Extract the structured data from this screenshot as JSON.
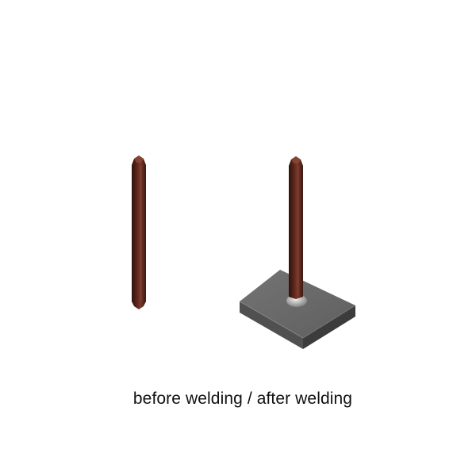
{
  "caption": "before welding / after welding",
  "colors": {
    "stud_dark": "#3e1a13",
    "stud_mid": "#6a2a1f",
    "stud_light": "#8a4534",
    "plate_top": "#6c6c6c",
    "plate_front": "#525252",
    "plate_side": "#3f3f3f",
    "weld_fillet": "#b8b8b8"
  },
  "illustrations": [
    {
      "id": "stud-before",
      "state": "before welding"
    },
    {
      "id": "stud-after",
      "state": "after welding"
    }
  ]
}
